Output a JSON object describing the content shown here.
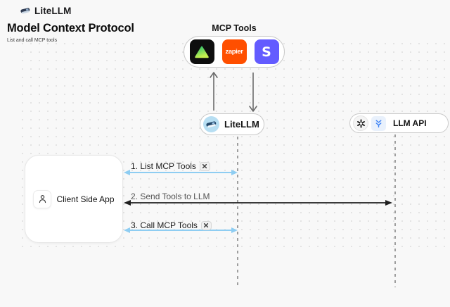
{
  "header": {
    "brand": "LiteLLM",
    "title": "Model Context Protocol",
    "subtitle": "List and call MCP tools"
  },
  "mcp_tools": {
    "label": "MCP Tools",
    "zapier_text": "zapier",
    "stripe_text": "S"
  },
  "nodes": {
    "litellm": {
      "label": "LiteLLM"
    },
    "llm_api": {
      "label": "LLM API"
    },
    "client": {
      "label": "Client Side App"
    }
  },
  "messages": [
    {
      "label": "1. List MCP Tools",
      "has_tools_badge": true
    },
    {
      "label": "2. Send Tools to LLM",
      "has_tools_badge": false
    },
    {
      "label": "3. Call MCP Tools",
      "has_tools_badge": true
    }
  ],
  "icons": {
    "brand_logo": "litellm-train-icon",
    "mcp_tool_1": "green-triangle-tool-icon",
    "mcp_tool_2": "zapier-icon",
    "mcp_tool_3": "stripe-icon",
    "litellm_node": "litellm-train-icon",
    "llm_api_1": "openai-icon",
    "llm_api_2": "blue-provider-icon",
    "client": "person-icon",
    "message_badge": "crossed-tools-icon"
  },
  "colors": {
    "bg": "#f8f8f8",
    "dot": "#e3e3e3",
    "accent_blue": "#8ecdf2",
    "arrow_black": "#1f1f1f",
    "arrow_gray": "#6b6b6b",
    "lifeline_gray": "#9e9e9e",
    "zapier_orange": "#ff4f00",
    "stripe_purple": "#635bff",
    "tri_green_1": "#29c16b",
    "tri_green_2": "#c6ef4f",
    "litellm_blue": "#b7def2",
    "provider_blue": "#3b82f6"
  }
}
